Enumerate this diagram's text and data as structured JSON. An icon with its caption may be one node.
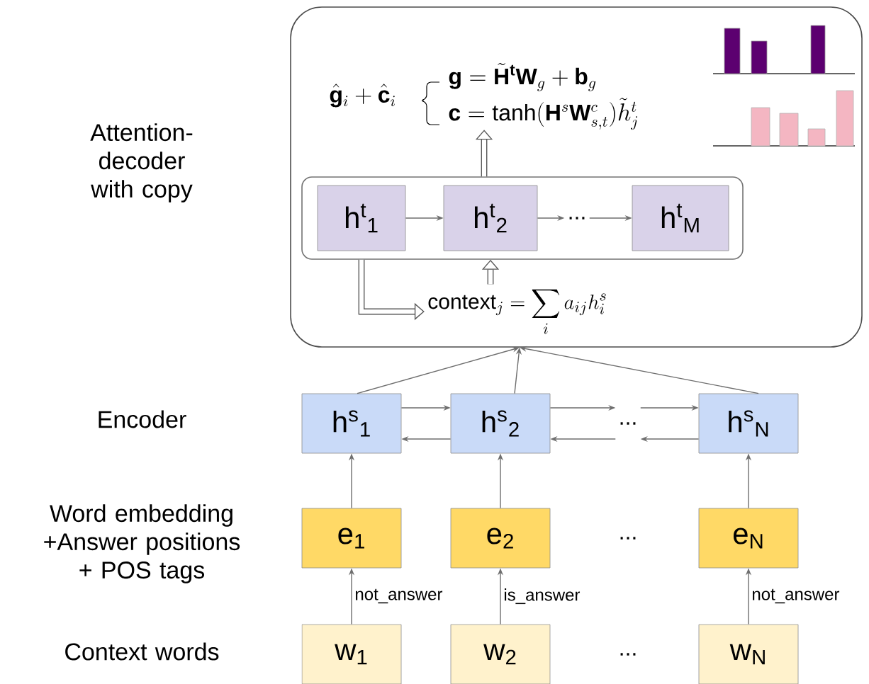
{
  "diagram": {
    "nodes": [
      {
        "text": [],
        "shape": "box"
      },
      {
        "text": [
          "\\hat{\\mathbf{g}}_i + \\hat{\\mathbf{c}}_i",
          "\\mathbf{g} = \\tilde{\\mathbf{H}}^{\\mathbf{t}}\\mathbf{W}_g + \\mathbf{b}_g",
          "\\mathbf{c} = \\tanh(\\mathbf{H}^s\\mathbf{W}^c_{s,t})\\tilde{h}^t_j"
        ],
        "in": 0
      },
      {
        "text": [],
        "shape": "box",
        "in": 0
      },
      {
        "text": [
          "h$^{t}$$_{1}$"
        ],
        "in": 2
      },
      {
        "text": [
          "h$^{t}$$_{2}$"
        ],
        "in": 2
      },
      {
        "text": [
          "..."
        ],
        "in": 2
      },
      {
        "text": [
          "h$^{t}$$_{M}$"
        ],
        "in": 2
      },
      {
        "text": [
          "\\mathrm{context}_j = \\sum_i a_{ij} h^s_i"
        ],
        "in": 0
      },
      {
        "text": [
          "h$^{s}$$_{1}$"
        ]
      },
      {
        "text": [
          "h$^{s}$$_{2}$"
        ]
      },
      {
        "text": [
          "..."
        ]
      },
      {
        "text": [
          "h$^{s}$$_{N}$"
        ]
      },
      {
        "text": [
          "e$_{1}$"
        ]
      },
      {
        "text": [
          "e$_{2}$"
        ]
      },
      {
        "text": [
          "e$_{N}$"
        ]
      },
      {
        "text": [
          "w$_{1}$"
        ]
      },
      {
        "text": [
          "w$_{2}$"
        ]
      },
      {
        "text": [
          "w$_{N}$"
        ]
      }
    ],
    "edges": [
      {
        "from": 3,
        "to": 4,
        "arrow": "to"
      },
      {
        "from": 4,
        "to": 5,
        "arrow": "to"
      },
      {
        "from": 5,
        "to": 6,
        "arrow": "to"
      },
      {
        "from": 2,
        "to": 1,
        "arrow": "to",
        "style": "thick"
      },
      {
        "from": 3,
        "to": 7,
        "arrow": "to",
        "style": "thick"
      },
      {
        "from": 7,
        "to": 2,
        "arrow": "to",
        "style": "thick"
      },
      {
        "from": 8,
        "to": 9,
        "arrow": "to"
      },
      {
        "from": 9,
        "to": 8,
        "arrow": "to"
      },
      {
        "from": 9,
        "to": 10,
        "arrow": "to"
      },
      {
        "from": 10,
        "to": 9,
        "arrow": "to"
      },
      {
        "from": 10,
        "to": 11,
        "arrow": "to"
      },
      {
        "from": 11,
        "to": 10,
        "arrow": "to"
      },
      {
        "from": 8,
        "to": 0,
        "arrow": "to"
      },
      {
        "from": 9,
        "to": 0,
        "arrow": "to"
      },
      {
        "from": 11,
        "to": 0,
        "arrow": "to"
      },
      {
        "from": 12,
        "to": 8,
        "arrow": "to"
      },
      {
        "from": 13,
        "to": 9,
        "arrow": "to"
      },
      {
        "from": 14,
        "to": 11,
        "arrow": "to"
      },
      {
        "from": 15,
        "to": 12,
        "arrow": "to",
        "label": "not_answer"
      },
      {
        "from": 16,
        "to": 13,
        "arrow": "to",
        "label": "is_answer"
      },
      {
        "from": 17,
        "to": 14,
        "arrow": "to",
        "label": "not_answer"
      }
    ],
    "labels": [
      "Attention-decoder with copy",
      "Encoder",
      "Word embedding +Answer positions + POS tags",
      "...",
      "Context words",
      "..."
    ]
  }
}
